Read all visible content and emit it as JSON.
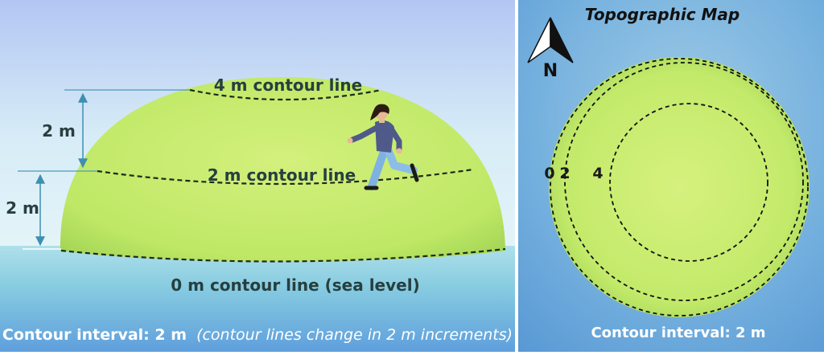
{
  "left_panel": {
    "contour_labels": {
      "top": "4 m contour line",
      "middle": "2 m contour line",
      "bottom": "0 m contour line (sea level)"
    },
    "dimension_labels": {
      "upper": "2 m",
      "lower": "2 m"
    },
    "caption": {
      "bold": "Contour interval: 2 m",
      "italic": "(contour lines change in 2 m increments)"
    }
  },
  "right_panel": {
    "title": "Topographic Map",
    "north_label": "N",
    "contour_labels": [
      "0",
      "2",
      "4"
    ],
    "caption": "Contour interval: 2 m"
  },
  "colors": {
    "hill": "#c6ee6c",
    "sky_top": "#b6c9f4",
    "water": "#8fd0e4",
    "text_dark": "#273f3f",
    "dimension_line": "#4a9ab8",
    "right_bg": "#6aa8d8"
  }
}
